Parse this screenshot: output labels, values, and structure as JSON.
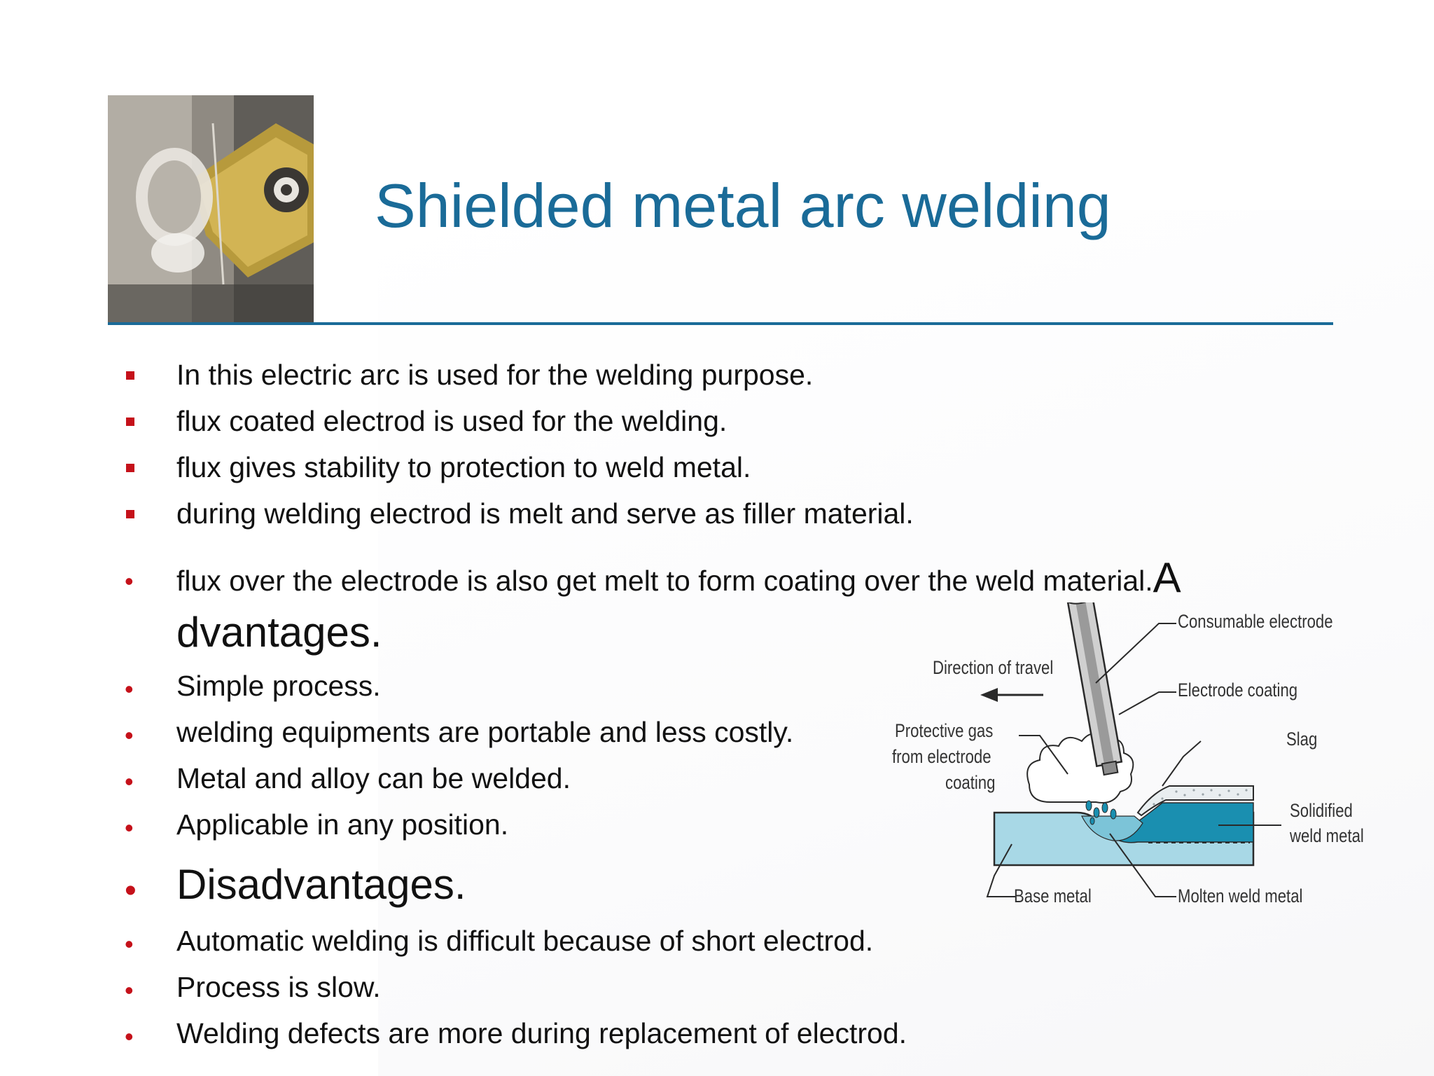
{
  "slide": {
    "title": "Shielded metal arc welding"
  },
  "intro_bullets": [
    "In this electric arc is used for the welding purpose.",
    "flux coated electrod is used for the welding.",
    "flux gives stability to protection to weld metal.",
    "during welding electrod is melt and serve as filler material."
  ],
  "flux_bullet": {
    "text": "flux over the electrode is also get melt to form coating over the weld material.",
    "trailing_big_letter": "A",
    "continuation": "dvantages."
  },
  "advantages": [
    "Simple process.",
    "welding equipments are portable and less costly.",
    "Metal and alloy can be welded.",
    "Applicable in any position."
  ],
  "disadvantages_heading": "Disadvantages.",
  "disadvantages": [
    "Automatic welding is difficult because of short electrod.",
    "Process is slow.",
    "Welding defects are more during replacement of electrod."
  ],
  "diagram": {
    "labels": {
      "consumable_electrode": "Consumable electrode",
      "direction_of_travel": "Direction of travel",
      "electrode_coating": "Electrode coating",
      "protective_gas_1": "Protective gas",
      "protective_gas_2": "from electrode",
      "protective_gas_3": "coating",
      "slag": "Slag",
      "solidified_1": "Solidified",
      "solidified_2": "weld metal",
      "base_metal": "Base metal",
      "molten_weld_metal": "Molten weld metal"
    }
  },
  "colors": {
    "title": "#1a6b98",
    "rule": "#1a6b98",
    "bullet_marker": "#c5111a",
    "weld_blue": "#1a8fb0",
    "base_blue": "#a8d8e6"
  }
}
